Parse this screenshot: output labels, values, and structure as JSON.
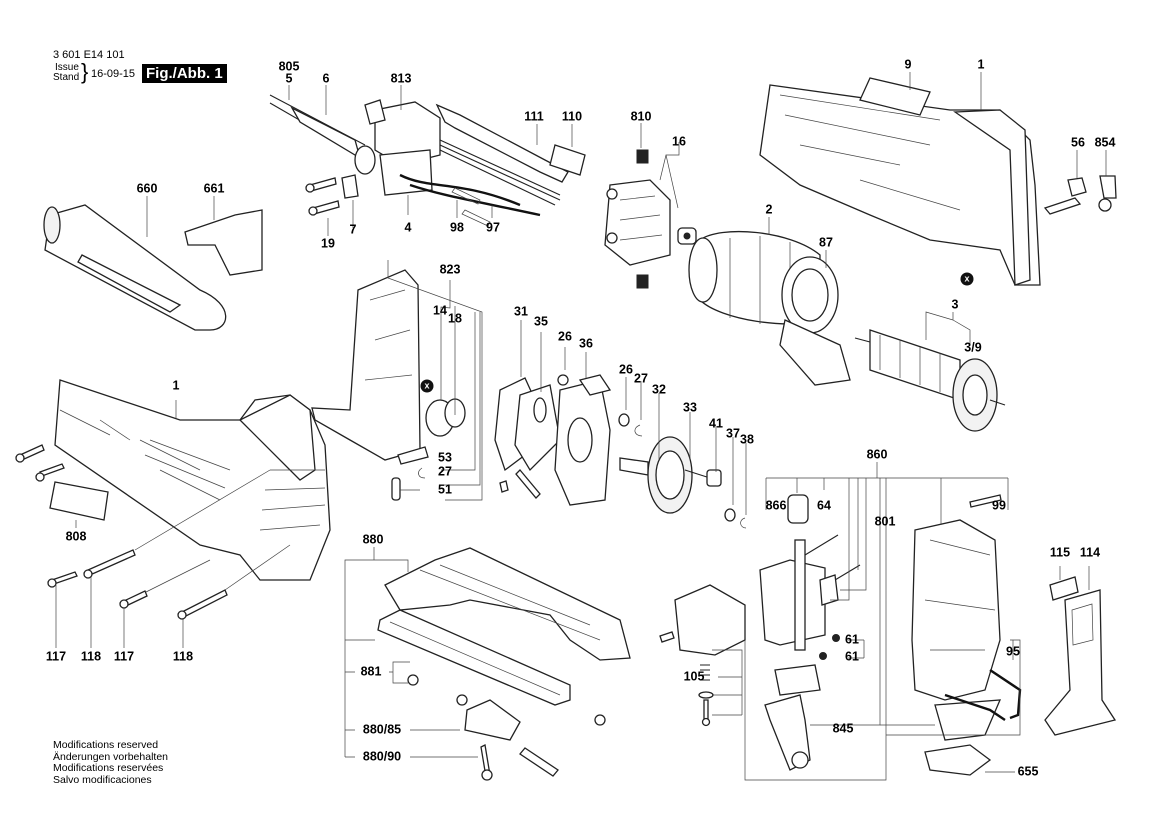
{
  "header": {
    "part_number": "3 601 E14 101",
    "issue_label_en": "Issue",
    "issue_label_de": "Stand",
    "issue_date": "16-09-15",
    "figure_label": "Fig./Abb. 1"
  },
  "footer": {
    "notes": [
      "Modifications reserved",
      "Änderungen vorbehalten",
      "Modifications reservées",
      "Salvo modificaciones"
    ]
  },
  "markers": {
    "x_symbol": "x"
  },
  "part_labels": {
    "p805": "805",
    "p5": "5",
    "p6": "6",
    "p813": "813",
    "p111": "111",
    "p110": "110",
    "p810": "810",
    "p16": "16",
    "p9": "9",
    "p1_top": "1",
    "p56": "56",
    "p854": "854",
    "p660": "660",
    "p661": "661",
    "p19": "19",
    "p7": "7",
    "p4": "4",
    "p98": "98",
    "p97": "97",
    "p2": "2",
    "p87": "87",
    "p3": "3",
    "p3_9": "3/9",
    "p823": "823",
    "p14": "14",
    "p18": "18",
    "p53": "53",
    "p27_left": "27",
    "p51": "51",
    "p31": "31",
    "p35": "35",
    "p26_a": "26",
    "p36": "36",
    "p26_b": "26",
    "p27_mid": "27",
    "p32": "32",
    "p33": "33",
    "p41": "41",
    "p37": "37",
    "p38": "38",
    "p1_left": "1",
    "p808": "808",
    "p117_a": "117",
    "p118_a": "118",
    "p117_b": "117",
    "p118_b": "118",
    "p880": "880",
    "p881": "881",
    "p880_85": "880/85",
    "p880_90": "880/90",
    "p860": "860",
    "p866": "866",
    "p64": "64",
    "p801": "801",
    "p99": "99",
    "p61_a": "61",
    "p61_b": "61",
    "p105": "105",
    "p845": "845",
    "p115": "115",
    "p114": "114",
    "p95": "95",
    "p655": "655"
  }
}
